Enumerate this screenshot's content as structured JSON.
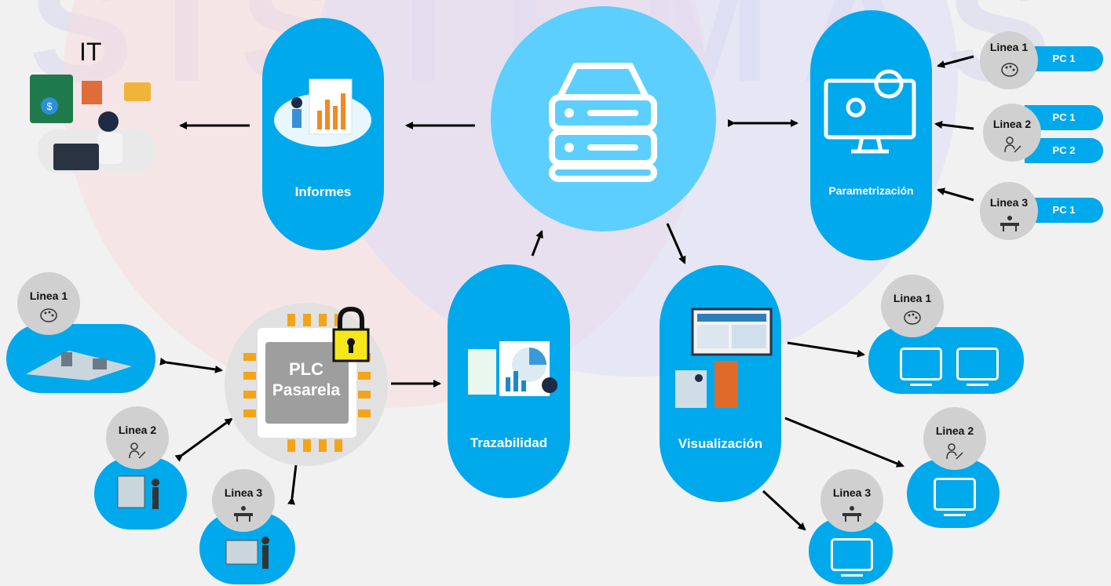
{
  "watermark": "SISTEMAS",
  "it": {
    "label": "IT"
  },
  "nodes": {
    "informes": "Informes",
    "parametrizacion": "Parametrización",
    "trazabilidad": "Trazabilidad",
    "visualizacion": "Visualización",
    "plc_line1": "PLC",
    "plc_line2": "Pasarela"
  },
  "param_lines": [
    {
      "line": "Linea 1",
      "pcs": [
        "PC 1"
      ]
    },
    {
      "line": "Linea 2",
      "pcs": [
        "PC 1",
        "PC 2"
      ]
    },
    {
      "line": "Linea 3",
      "pcs": [
        "PC 1"
      ]
    }
  ],
  "left_lines": [
    "Linea 1",
    "Linea 2",
    "Linea 3"
  ],
  "right_lines": [
    "Linea 1",
    "Linea 2",
    "Linea 3"
  ],
  "colors": {
    "blue": "#00a8ec",
    "light_blue": "#5ccfff",
    "gray": "#d0d0d0"
  }
}
